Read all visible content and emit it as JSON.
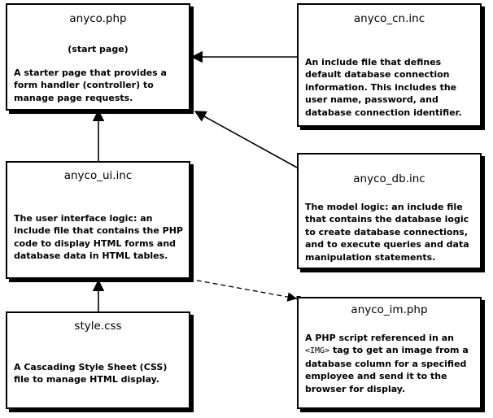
{
  "boxes": {
    "anyco_php": {
      "title": "anyco.php",
      "subtitle": "(start page)",
      "description": "A starter page that provides a form handler (controller) to manage page requests."
    },
    "anyco_cn": {
      "title": "anyco_cn.inc",
      "description": "An include file that defines default database connection information. This includes the user name, password, and database connection identifier."
    },
    "anyco_ui": {
      "title": "anyco_ui.inc",
      "description": "The user interface logic: an include file that contains the PHP code to display HTML forms and database data in HTML tables."
    },
    "anyco_db": {
      "title": "anyco_db.inc",
      "description": "The model logic: an include file that contains the database logic to create database connections, and to execute queries and data manipulation statements."
    },
    "style_css": {
      "title": "style.css",
      "description": "A Cascading Style Sheet (CSS) file to manage HTML display."
    },
    "anyco_im": {
      "title": "anyco_im.php",
      "description_pre": "A PHP script referenced in an ",
      "description_code": "<IMG>",
      "description_post": " tag to get an image from a database column for a specified employee and send it to the browser for display."
    }
  }
}
